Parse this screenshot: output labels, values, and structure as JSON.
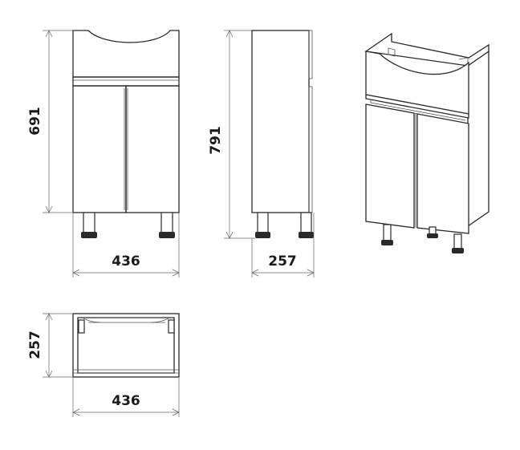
{
  "dimensions": {
    "front_height": "691",
    "front_width": "436",
    "side_height": "791",
    "side_depth": "257",
    "top_depth": "257",
    "top_width": "436"
  }
}
